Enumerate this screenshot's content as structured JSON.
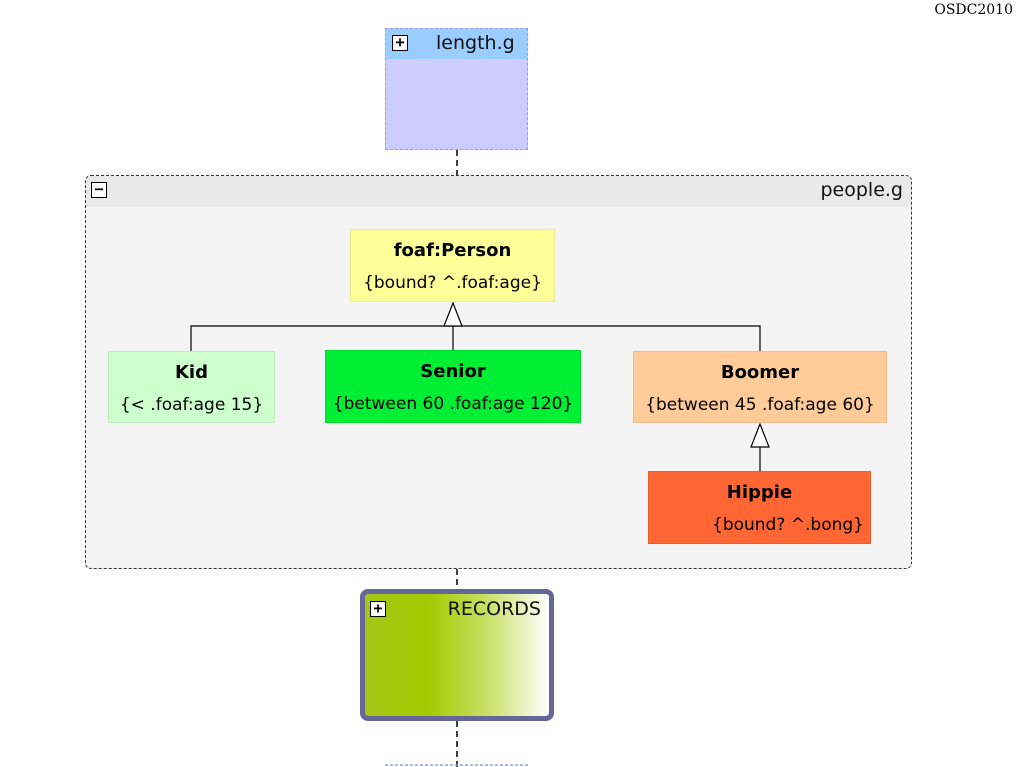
{
  "corner_label": "OSDC2010",
  "length_group": {
    "title": "length.g",
    "toggle": "+"
  },
  "people_group": {
    "title": "people.g",
    "toggle": "−",
    "classes": {
      "person": {
        "name": "foaf:Person",
        "condition": "{bound? ^.foaf:age}",
        "color": "#ffff99"
      },
      "kid": {
        "name": "Kid",
        "condition": "{< .foaf:age 15}",
        "color": "#ccffcc"
      },
      "senior": {
        "name": "Senior",
        "condition": "{between 60 .foaf:age 120}",
        "color": "#00ee33"
      },
      "boomer": {
        "name": "Boomer",
        "condition": "{between 45 .foaf:age 60}",
        "color": "#ffcc99"
      },
      "hippie": {
        "name": "Hippie",
        "condition": "{bound? ^.bong}",
        "color": "#ff6633"
      }
    }
  },
  "records_group": {
    "title": "RECORDS",
    "toggle": "+"
  }
}
